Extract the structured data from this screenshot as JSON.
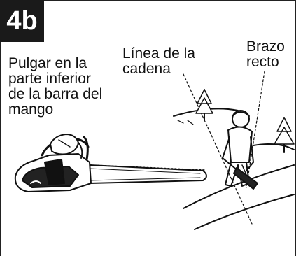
{
  "step": {
    "label": "4b"
  },
  "captions": {
    "thumb": "Pulgar en la\nparte inferior\nde la barra del\nmango",
    "chain_line": "Línea de la\ncadena",
    "straight_arm": "Brazo\nrecto"
  },
  "colors": {
    "ink": "#111111",
    "badge_bg": "#1a1a1a",
    "badge_text": "#ffffff",
    "background": "#ffffff"
  }
}
